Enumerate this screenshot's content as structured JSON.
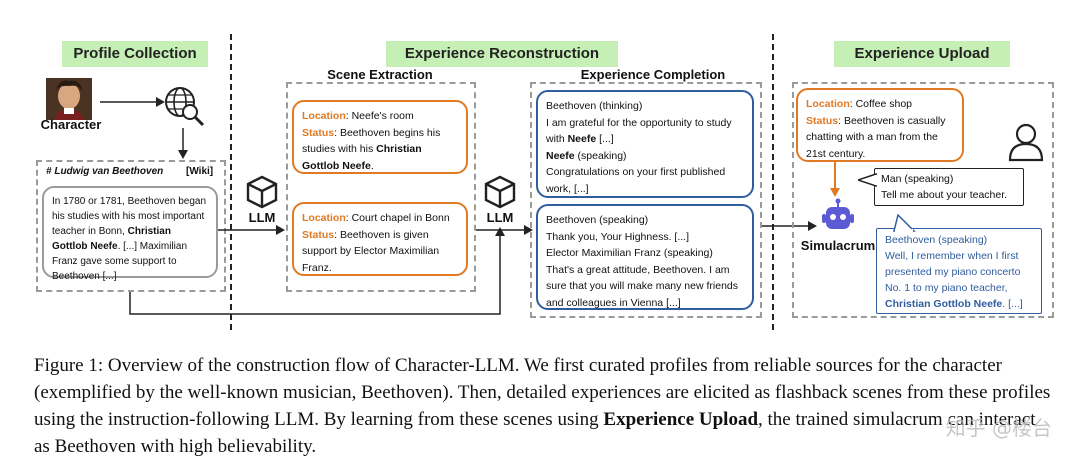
{
  "stages": {
    "profile": "Profile Collection",
    "reconstruction": "Experience Reconstruction",
    "upload": "Experience Upload"
  },
  "substages": {
    "scene": "Scene Extraction",
    "completion": "Experience Completion"
  },
  "character_label": "Character",
  "wiki": {
    "title": "# Ludwig van Beethoven",
    "tag": "[Wiki]",
    "text_a": "In 1780 or 1781, Beethoven began his studies with his most important teacher in Bonn, ",
    "bold": "Christian Gottlob Neefe",
    "text_b": ". [...] Maximilian Franz gave some support to Beethoven [...]"
  },
  "llm_label": "LLM",
  "scenes": [
    {
      "loc_key": "Location",
      "loc": "Neefe's room",
      "status_key": "Status",
      "status_a": "Beethoven begins his studies with his ",
      "status_bold": "Christian Gottlob Neefe",
      "status_b": "."
    },
    {
      "loc_key": "Location",
      "loc": "Court chapel in Bonn",
      "status_key": "Status",
      "status_a": "Beethoven is given support by Elector Maximilian Franz.",
      "status_bold": "",
      "status_b": ""
    }
  ],
  "completion": {
    "c1_speaker1": "Beethoven (thinking)",
    "c1_line1a": "I am grateful for the opportunity to study with ",
    "c1_line1_bold": "Neefe",
    "c1_line1b": " [...]",
    "c1_speaker2_bold": "Neefe",
    "c1_speaker2": " (speaking)",
    "c1_line2": "Congratulations on your first published work, [...]",
    "c2_speaker1": "Beethoven (speaking)",
    "c2_line1": "Thank you, Your Highness. [...]",
    "c2_speaker2": "Elector Maximilian Franz (speaking)",
    "c2_line2": "That's a great attitude, Beethoven. I am sure that you will make many new friends and colleagues in Vienna [...]"
  },
  "upload": {
    "loc_key": "Location",
    "loc": "Coffee shop",
    "status_key": "Status",
    "status": "Beethoven is casually chatting with a man from the 21st century.",
    "man_speaker": "Man (speaking)",
    "man_line": "Tell me about your teacher.",
    "simulacrum": "Simulacrum",
    "reply_speaker": "Beethoven (speaking)",
    "reply_a": "Well, I remember when I first presented my piano concerto No. 1 to my piano teacher, ",
    "reply_bold": "Christian Gottlob Neefe",
    "reply_b": ". [...]"
  },
  "caption": {
    "text_a": "Figure 1: Overview of the construction flow of Character-LLM. We first curated profiles from reliable sources for the character (exemplified by the well-known musician, Beethoven). Then, detailed experiences are elicited as flashback scenes from these profiles using the instruction-following LLM. By learning from these scenes using ",
    "bold": "Experience Upload",
    "text_b": ", the trained simulacrum can interact as Beethoven with high believability."
  },
  "watermark": "知乎 @楼台",
  "colors": {
    "stage_green": "#c6efb6",
    "orange": "#e07a22",
    "blue": "#2f5d9e",
    "dashed_grey": "#9a9a9a"
  },
  "icons": [
    "portrait-image",
    "globe-search-icon",
    "llm-cube-icon",
    "robot-icon",
    "person-icon"
  ]
}
